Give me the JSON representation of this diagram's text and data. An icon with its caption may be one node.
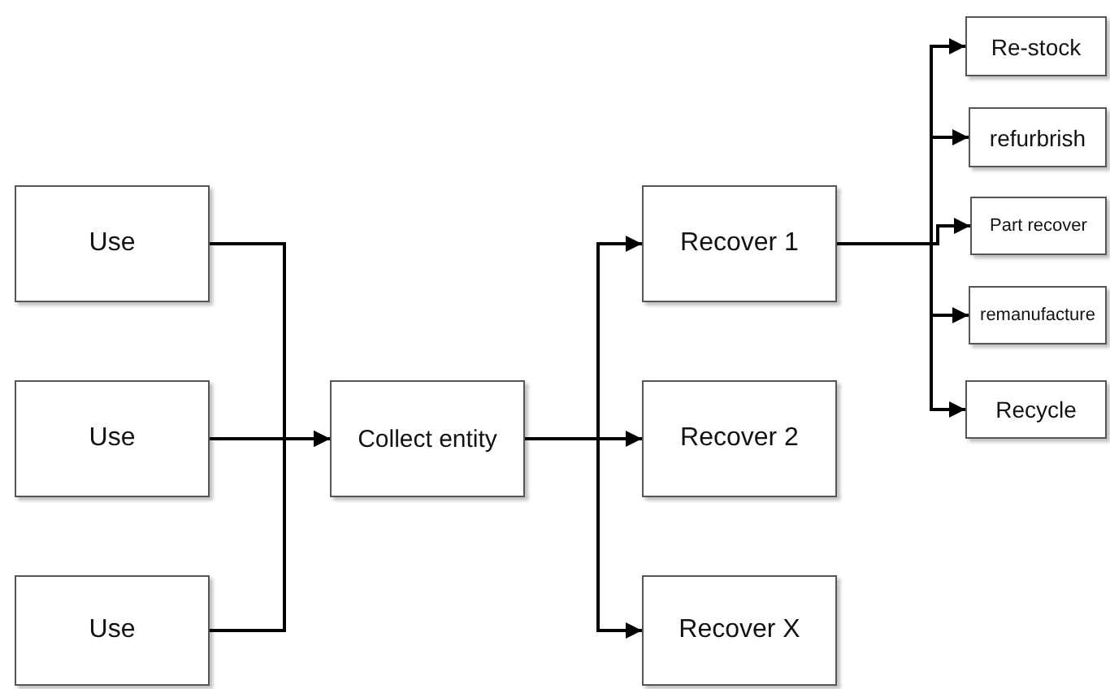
{
  "diagram": {
    "nodes": [
      {
        "text": [
          "Use"
        ]
      },
      {
        "text": [
          "Use"
        ]
      },
      {
        "text": [
          "Use"
        ]
      },
      {
        "text": [
          "Collect entity"
        ]
      },
      {
        "text": [
          "Recover 1"
        ]
      },
      {
        "text": [
          "Recover 2"
        ]
      },
      {
        "text": [
          "Recover X"
        ]
      },
      {
        "text": [
          "Re-stock"
        ]
      },
      {
        "text": [
          "refurbrish"
        ]
      },
      {
        "text": [
          "Part recover"
        ]
      },
      {
        "text": [
          "remanufacture"
        ]
      },
      {
        "text": [
          "Recycle"
        ]
      }
    ],
    "edges": [
      {
        "from": 0,
        "to": 3,
        "arrow": "to"
      },
      {
        "from": 1,
        "to": 3,
        "arrow": "to"
      },
      {
        "from": 2,
        "to": 3,
        "arrow": "to"
      },
      {
        "from": 3,
        "to": 4,
        "arrow": "to"
      },
      {
        "from": 3,
        "to": 5,
        "arrow": "to"
      },
      {
        "from": 3,
        "to": 6,
        "arrow": "to"
      },
      {
        "from": 4,
        "to": 7,
        "arrow": "to"
      },
      {
        "from": 4,
        "to": 8,
        "arrow": "to"
      },
      {
        "from": 4,
        "to": 9,
        "arrow": "to"
      },
      {
        "from": 4,
        "to": 10,
        "arrow": "to"
      },
      {
        "from": 4,
        "to": 11,
        "arrow": "to"
      }
    ]
  }
}
